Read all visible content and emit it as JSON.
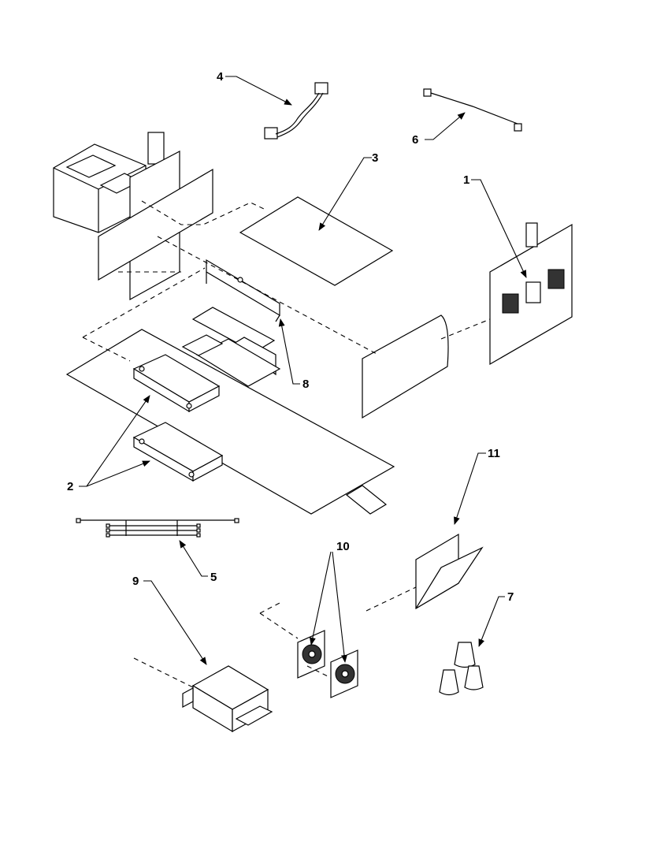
{
  "diagram": {
    "callouts": [
      {
        "id": "1",
        "text": "1"
      },
      {
        "id": "2",
        "text": "2"
      },
      {
        "id": "3",
        "text": "3"
      },
      {
        "id": "4",
        "text": "4"
      },
      {
        "id": "5",
        "text": "5"
      },
      {
        "id": "6",
        "text": "6"
      },
      {
        "id": "7",
        "text": "7"
      },
      {
        "id": "8",
        "text": "8"
      },
      {
        "id": "9",
        "text": "9"
      },
      {
        "id": "10",
        "text": "10"
      },
      {
        "id": "11",
        "text": "11"
      }
    ],
    "line_color": "#000000",
    "background": "#ffffff"
  }
}
